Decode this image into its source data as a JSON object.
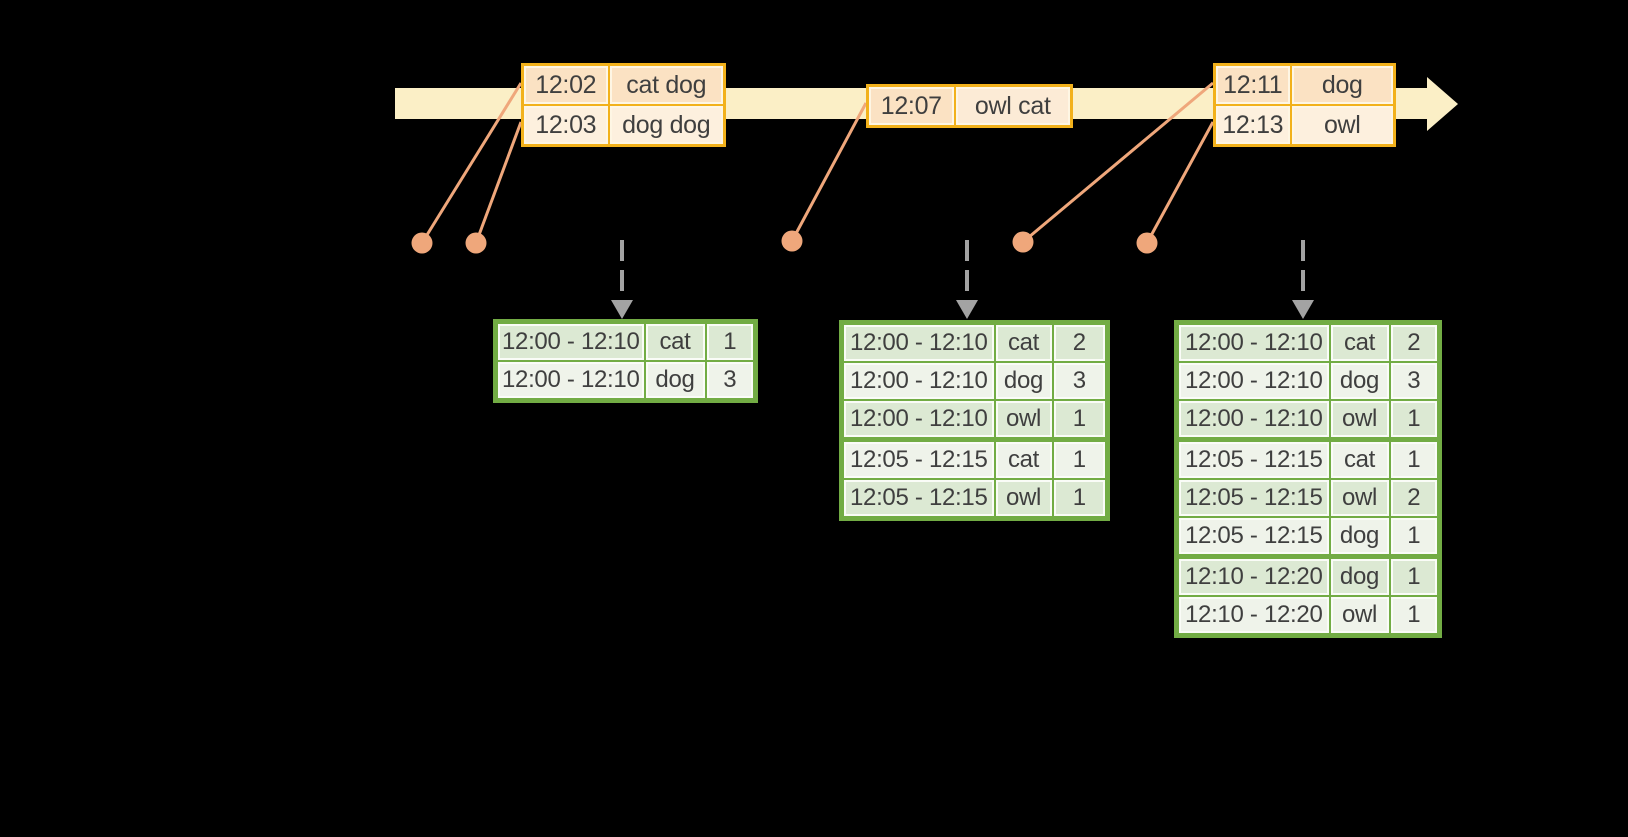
{
  "palette": {
    "background": "#000000",
    "timeline_fill": "#FBEFC6",
    "event_border": "#F2B11B",
    "event_row_odd_bg": "#FBE2C3",
    "event_row_even_bg": "#FDF0DE",
    "connector": "#EFA77B",
    "dashed_arrow": "#A3A3A3",
    "result_border": "#72AC44",
    "result_row_odd_bg": "#DCE9D3",
    "result_row_even_bg": "#EFF3EA",
    "text": "#3F3F3F"
  },
  "event_tables": [
    {
      "rows": [
        {
          "time": "12:02",
          "words": "cat dog"
        },
        {
          "time": "12:03",
          "words": "dog dog"
        }
      ]
    },
    {
      "rows": [
        {
          "time": "12:07",
          "words": "owl cat"
        }
      ]
    },
    {
      "rows": [
        {
          "time": "12:11",
          "words": "dog"
        },
        {
          "time": "12:13",
          "words": "owl"
        }
      ]
    }
  ],
  "result_tables": [
    {
      "rows": [
        {
          "window": "12:00 - 12:10",
          "word": "cat",
          "count": "1"
        },
        {
          "window": "12:00 - 12:10",
          "word": "dog",
          "count": "3"
        }
      ]
    },
    {
      "rows": [
        {
          "window": "12:00 - 12:10",
          "word": "cat",
          "count": "2"
        },
        {
          "window": "12:00 - 12:10",
          "word": "dog",
          "count": "3"
        },
        {
          "window": "12:00 - 12:10",
          "word": "owl",
          "count": "1"
        },
        {
          "window": "12:05 - 12:15",
          "word": "cat",
          "count": "1"
        },
        {
          "window": "12:05 - 12:15",
          "word": "owl",
          "count": "1"
        }
      ]
    },
    {
      "rows": [
        {
          "window": "12:00 - 12:10",
          "word": "cat",
          "count": "2"
        },
        {
          "window": "12:00 - 12:10",
          "word": "dog",
          "count": "3"
        },
        {
          "window": "12:00 - 12:10",
          "word": "owl",
          "count": "1"
        },
        {
          "window": "12:05 - 12:15",
          "word": "cat",
          "count": "1"
        },
        {
          "window": "12:05 - 12:15",
          "word": "owl",
          "count": "2"
        },
        {
          "window": "12:05 - 12:15",
          "word": "dog",
          "count": "1"
        },
        {
          "window": "12:10 - 12:20",
          "word": "dog",
          "count": "1"
        },
        {
          "window": "12:10 - 12:20",
          "word": "owl",
          "count": "1"
        }
      ]
    }
  ]
}
